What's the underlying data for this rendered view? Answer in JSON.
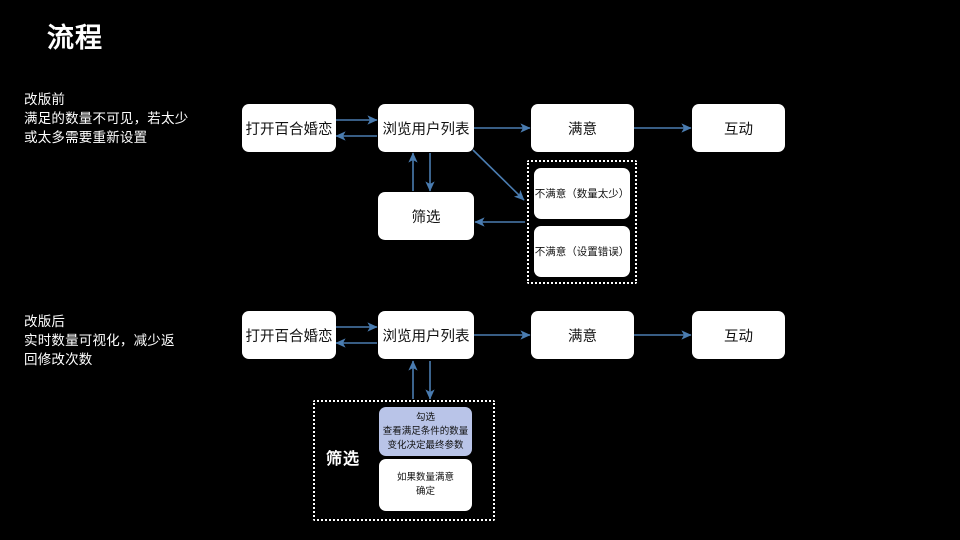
{
  "slide": {
    "title": "流程",
    "background_color": "#000000",
    "text_color": "#ffffff",
    "arrow_color": "#4a7cb0",
    "node_fill": "#ffffff",
    "accent_fill": "#b9c4e8",
    "node_text_color": "#111111"
  },
  "sections": {
    "before": {
      "heading": "改版前",
      "description": "满足的数量不可见，若太少\n或太多需要重新设置",
      "caption_full": "改版前\n满足的数量不可见，若太少\n或太多需要重新设置",
      "group_label": "",
      "nodes": {
        "open_app": "打开百合婚恋",
        "browse_list": "浏览用户列表",
        "filter": "筛选",
        "satisfied": "满意",
        "interact": "互动",
        "unsatisfied_few": "不满意（数量太少）",
        "unsatisfied_wrong": "不满意（设置错误）"
      }
    },
    "after": {
      "heading": "改版后",
      "description": "实时数量可视化，减少返\n回修改次数",
      "caption_full": "改版后\n实时数量可视化，减少返\n回修改次数",
      "group_label": "筛选",
      "nodes": {
        "open_app": "打开百合婚恋",
        "browse_list": "浏览用户列表",
        "satisfied": "满意",
        "interact": "互动",
        "check_box_line1": "勾选",
        "check_box_line2": "查看满足条件的数量",
        "check_box_line3": "变化决定最终参数",
        "confirm_box_line1": "如果数量满意",
        "confirm_box_line2": "确定"
      }
    }
  }
}
